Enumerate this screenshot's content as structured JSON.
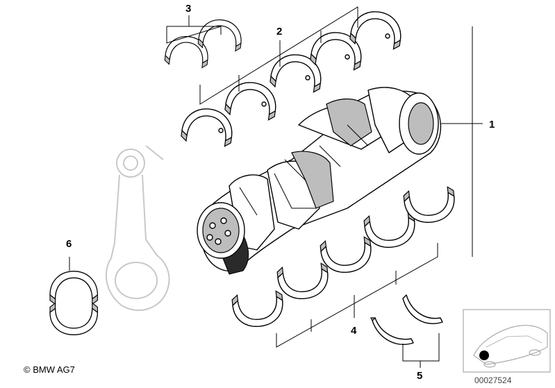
{
  "callouts": {
    "c1": "1",
    "c2": "2",
    "c3": "3",
    "c4": "4",
    "c5": "5",
    "c6": "6"
  },
  "footer": {
    "copyright": "© BMW AG",
    "copyright_suffix": "7",
    "part_number": "00027524"
  }
}
